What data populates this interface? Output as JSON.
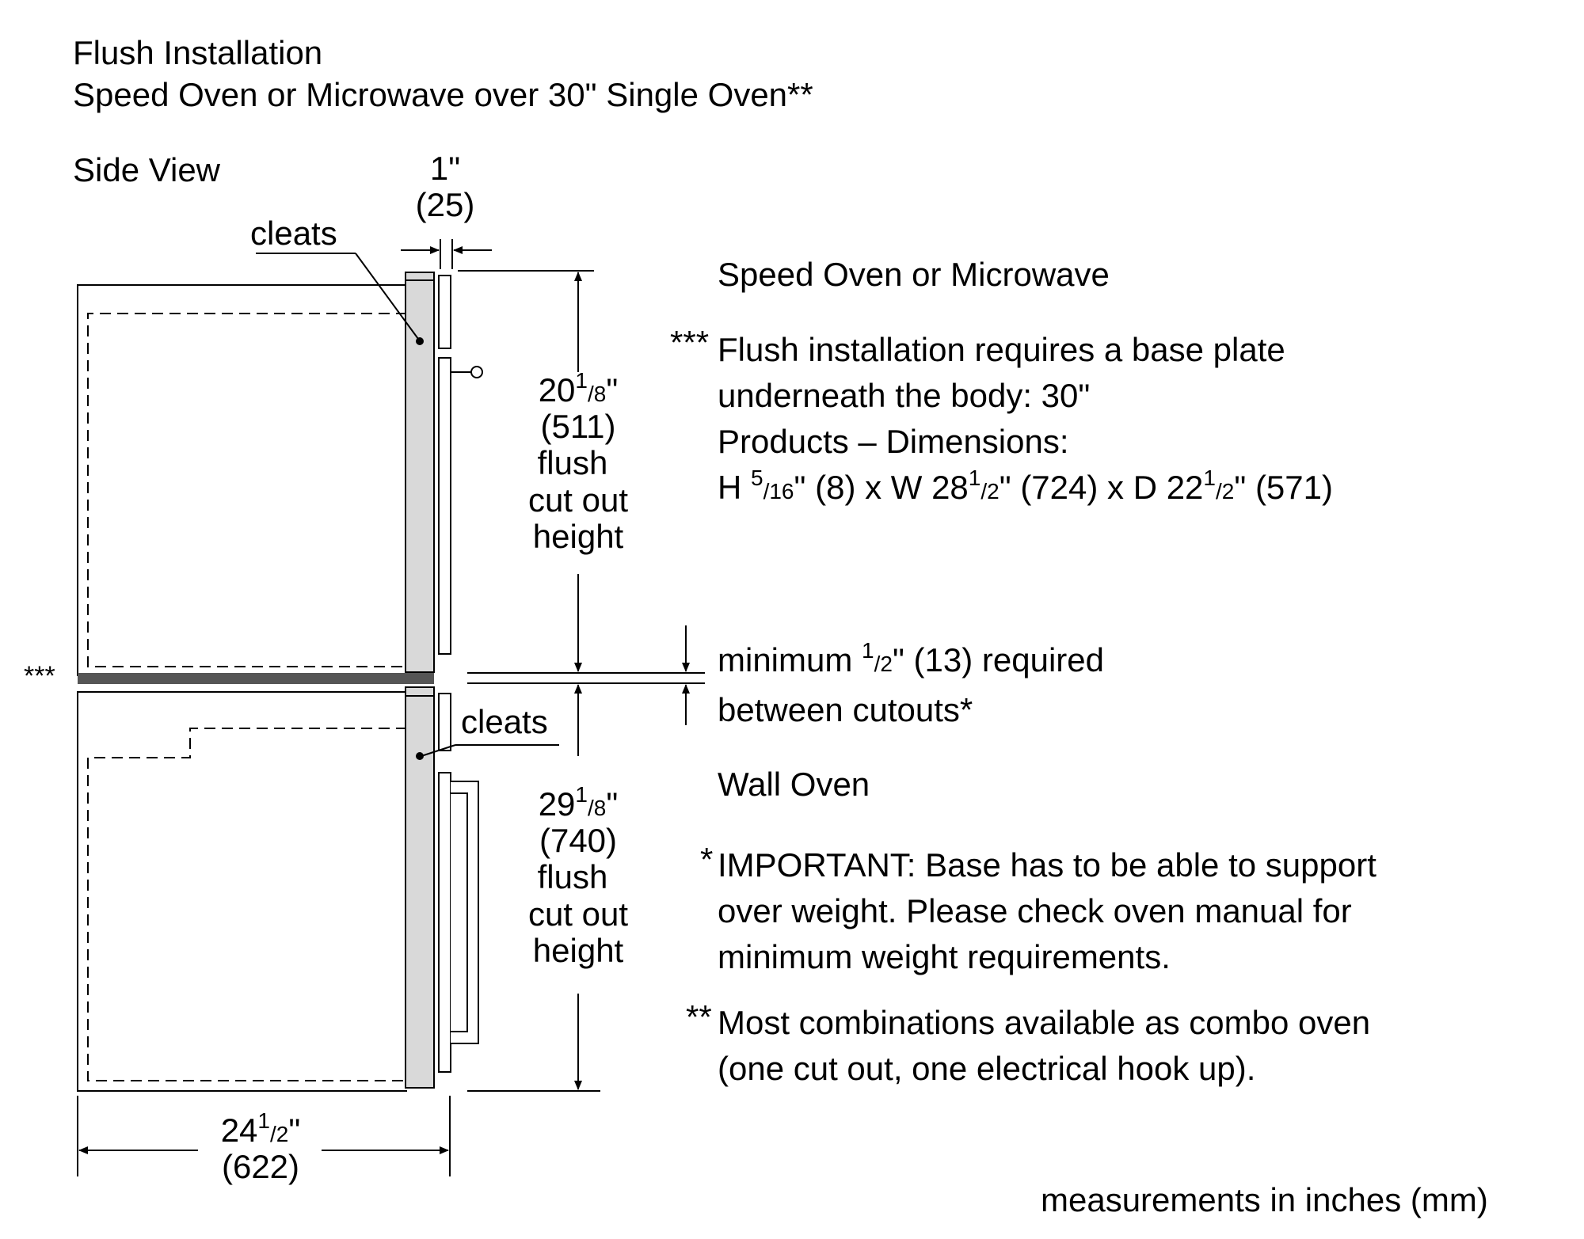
{
  "title": "Flush Installation",
  "subtitle": "Speed Oven or Microwave over 30\" Single Oven**",
  "view_label": "Side View",
  "top_gap": {
    "inches": "1\"",
    "mm": "(25)"
  },
  "cleats_label": "cleats",
  "cleats_label_2": "cleats",
  "upper_cutout": {
    "whole": "20",
    "num": "1",
    "den": "8",
    "inch_mark": "\"",
    "mm": "(511)",
    "l1": "flush",
    "l2": "cut out",
    "l3": "height"
  },
  "lower_cutout": {
    "whole": "29",
    "num": "1",
    "den": "8",
    "inch_mark": "\"",
    "mm": "(740)",
    "l1": "flush",
    "l2": "cut out",
    "l3": "height"
  },
  "depth": {
    "whole": "24",
    "num": "1",
    "den": "2",
    "inch_mark": "\"",
    "mm": "(622)"
  },
  "base_plate_marker": "***",
  "upper_heading": "Speed Oven or Microwave",
  "note_flush": {
    "marker": "***",
    "line1": "Flush installation requires a base plate",
    "line2": "underneath the body: 30\"",
    "line3": "Products – Dimensions:",
    "dims": {
      "h_prefix": "H ",
      "h_num": "5",
      "h_den": "16",
      "h_rest": "\" (8) x W 28",
      "w_num": "1",
      "w_den": "2",
      "w_rest": "\" (724) x D 22",
      "d_num": "1",
      "d_den": "2",
      "d_rest": "\" (571)"
    }
  },
  "min_gap": {
    "pre": "minimum ",
    "num": "1",
    "den": "2",
    "post": "\" (13) required",
    "line2": "between cutouts*"
  },
  "lower_heading": "Wall Oven",
  "note_important": {
    "marker": "*",
    "line1": "IMPORTANT: Base has to be able to support",
    "line2": "over weight. Please check oven manual for",
    "line3": "minimum weight requirements."
  },
  "note_combo": {
    "marker": "**",
    "line1": "Most combinations available as combo oven",
    "line2": "(one cut out, one electrical hook up)."
  },
  "units_note": "measurements in inches (mm)",
  "colors": {
    "line": "#000000",
    "cleat_fill": "#d9d9d9",
    "base_plate": "#555555"
  }
}
